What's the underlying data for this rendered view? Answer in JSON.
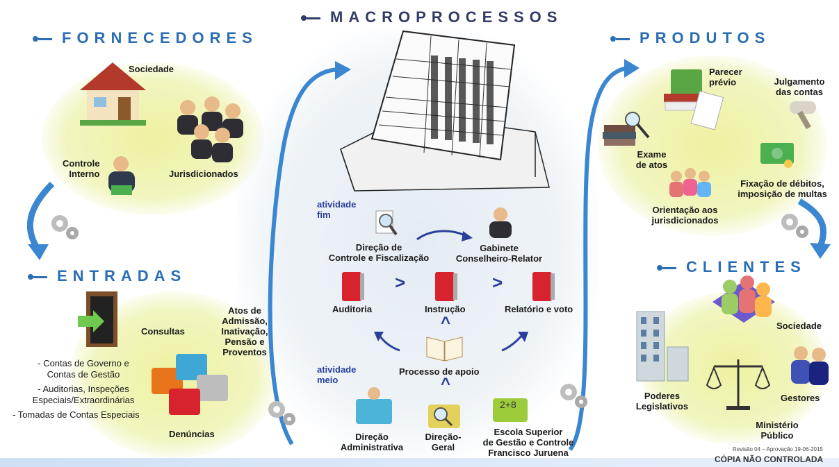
{
  "headings": {
    "macroprocessos": "MACROPROCESSOS",
    "fornecedores": "FORNECEDORES",
    "entradas": "ENTRADAS",
    "produtos": "PRODUTOS",
    "clientes": "CLIENTES"
  },
  "fornecedores": {
    "sociedade": "Sociedade",
    "controle_interno": "Controle\nInterno",
    "jurisdicionados": "Jurisdicionados"
  },
  "entradas": {
    "consultas": "Consultas",
    "atos": "Atos de\nAdmissão,\nInativação,\nPensão e\nProventos",
    "contas": "- Contas de Governo e\nContas de Gestão",
    "auditorias": "- Auditorias, Inspeções\nEspeciais/Extraordinárias",
    "tomadas": "- Tomadas de Contas Especiais",
    "denuncias": "Denúncias"
  },
  "macro": {
    "atividade_fim": "atividade\nfim",
    "direcao_controle": "Direção de\nControle e Fiscalização",
    "gabinete": "Gabinete\nConselheiro-Relator",
    "auditoria": "Auditoria",
    "instrucao": "Instrução",
    "relatorio": "Relatório e voto",
    "atividade_meio": "atividade\nmeio",
    "processo_apoio": "Processo de apoio",
    "direcao_adm": "Direção\nAdministrativa",
    "direcao_geral": "Direção-\nGeral",
    "escola": "Escola Superior\nde Gestão e Controle\nFrancisco Juruena",
    "arrow_symbol": ">",
    "up_symbol": "^"
  },
  "produtos": {
    "parecer": "Parecer\nprévio",
    "julgamento": "Julgamento\ndas contas",
    "exame": "Exame\nde atos",
    "fixacao": "Fixação de débitos,\nimposição de multas",
    "orientacao": "Orientação aos\njurisdicionados"
  },
  "clientes": {
    "sociedade": "Sociedade",
    "poderes": "Poderes\nLegislativos",
    "gestores": "Gestores",
    "ministerio": "Ministério\nPúblico"
  },
  "footer": {
    "revisao": "Revisão 04 – Aprovação 19-06-2015",
    "copia": "CÓPIA NÃO CONTROLADA"
  },
  "colors": {
    "heading_blue": "#2a6db5",
    "heading_dark": "#333a66",
    "arrow_blue": "#3a86d0",
    "label_navy": "#2b3f9a",
    "binder_red": "#d8222e"
  }
}
